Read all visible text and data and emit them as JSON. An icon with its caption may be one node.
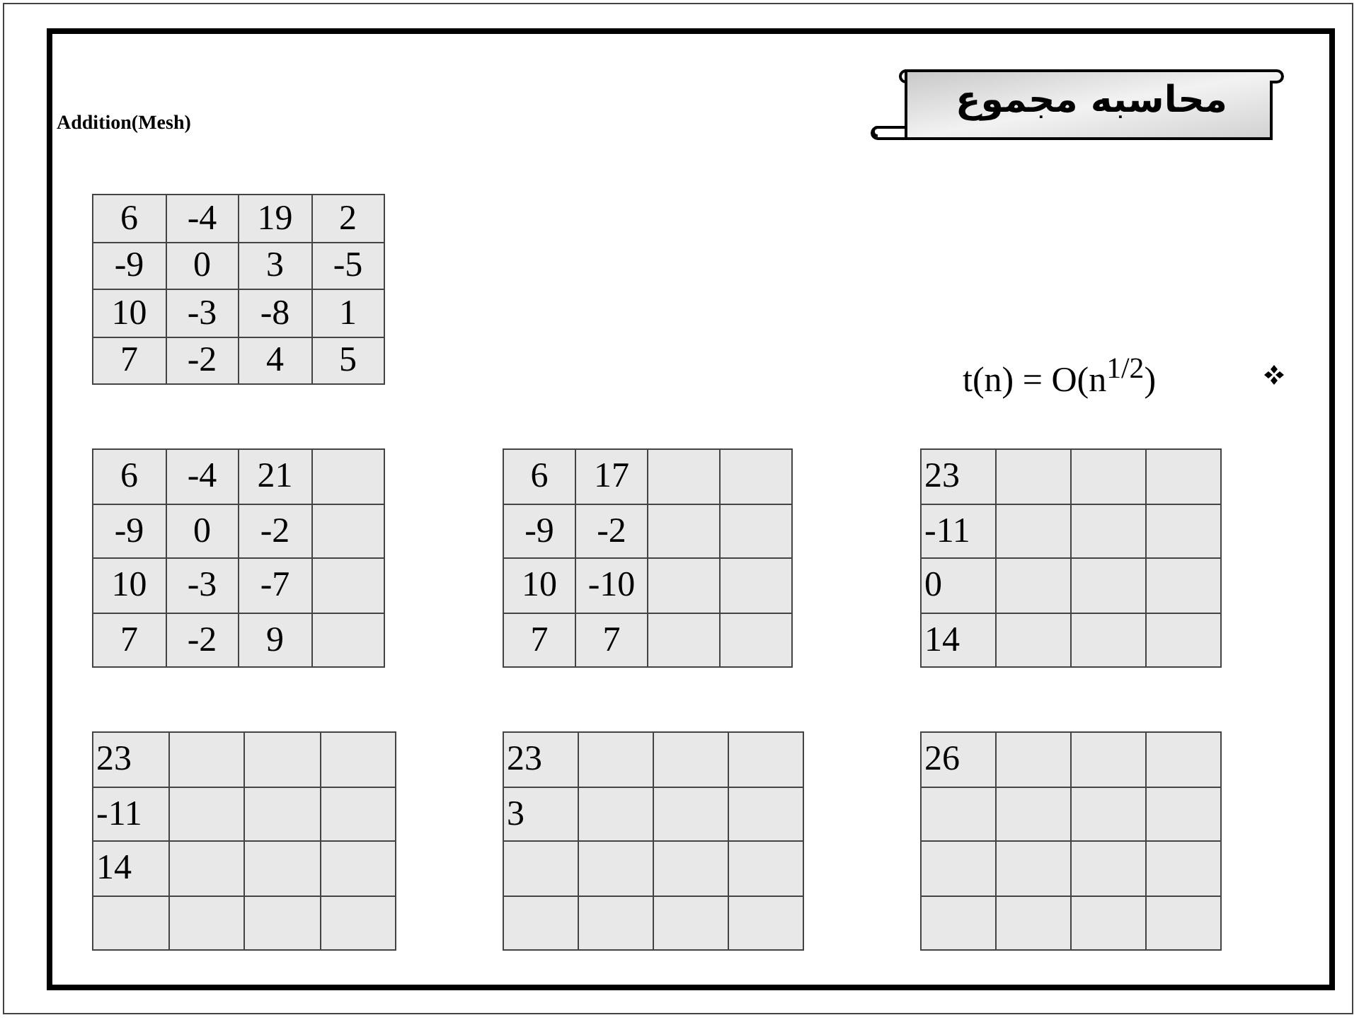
{
  "diagram": {
    "title": "محاسبه مجموع",
    "labels": [
      "Addition(Mesh)",
      "t(n) = O(n$^{1/2}$)",
      "6",
      "-4",
      "19",
      "2",
      "-9",
      "0",
      "3",
      "-5",
      "10",
      "-3",
      "-8",
      "1",
      "7",
      "-2",
      "4",
      "5",
      "6",
      "-4",
      "21",
      "-9",
      "0",
      "-2",
      "10",
      "-3",
      "-7",
      "7",
      "-2",
      "9",
      "6",
      "17",
      "-9",
      "-2",
      "10",
      "-10",
      "7",
      "7",
      "23",
      "-11",
      "0",
      "14",
      "23",
      "-11",
      "14",
      "23",
      "3",
      "26"
    ]
  }
}
